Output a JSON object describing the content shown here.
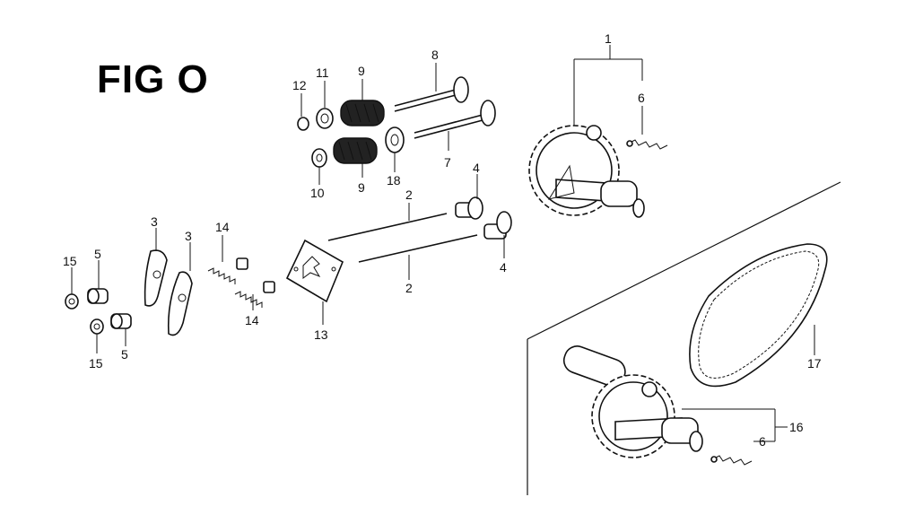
{
  "figure": {
    "title": "FIG O"
  },
  "callouts": {
    "c1": "1",
    "c2a": "2",
    "c2b": "2",
    "c3a": "3",
    "c3b": "3",
    "c4a": "4",
    "c4b": "4",
    "c5a": "5",
    "c5b": "5",
    "c6a": "6",
    "c6b": "6",
    "c7": "7",
    "c8": "8",
    "c9a": "9",
    "c9b": "9",
    "c10": "10",
    "c11": "11",
    "c12": "12",
    "c13": "13",
    "c14a": "14",
    "c14b": "14",
    "c15a": "15",
    "c15b": "15",
    "c16": "16",
    "c17": "17",
    "c18": "18"
  }
}
